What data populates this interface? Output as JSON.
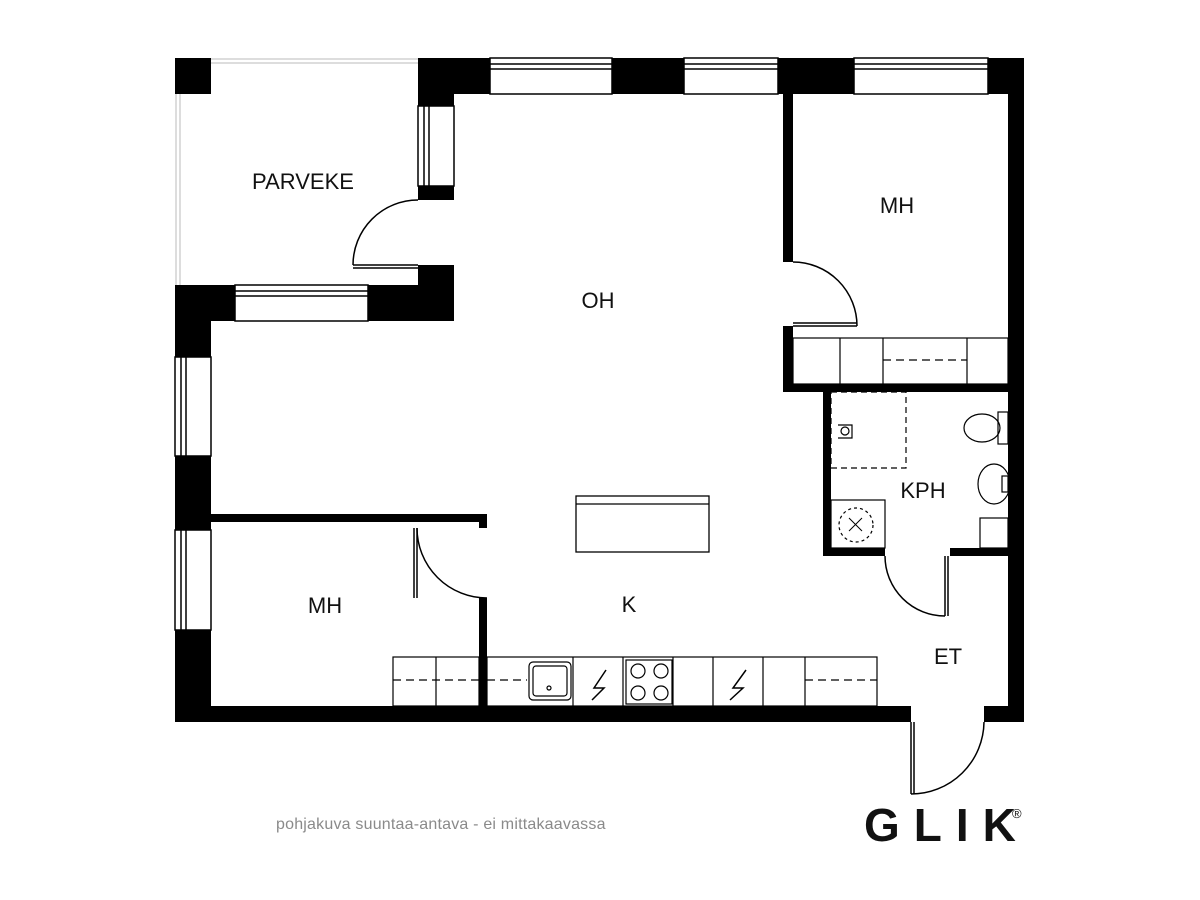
{
  "rooms": {
    "balcony": "PARVEKE",
    "living": "OH",
    "bedroom_east": "MH",
    "bathroom": "KPH",
    "bedroom_west": "MH",
    "kitchen": "K",
    "entry": "ET"
  },
  "caption": "pohjakuva suuntaa-antava - ei mittakaavassa",
  "brand": {
    "name": "GLIK",
    "mark": "®"
  }
}
